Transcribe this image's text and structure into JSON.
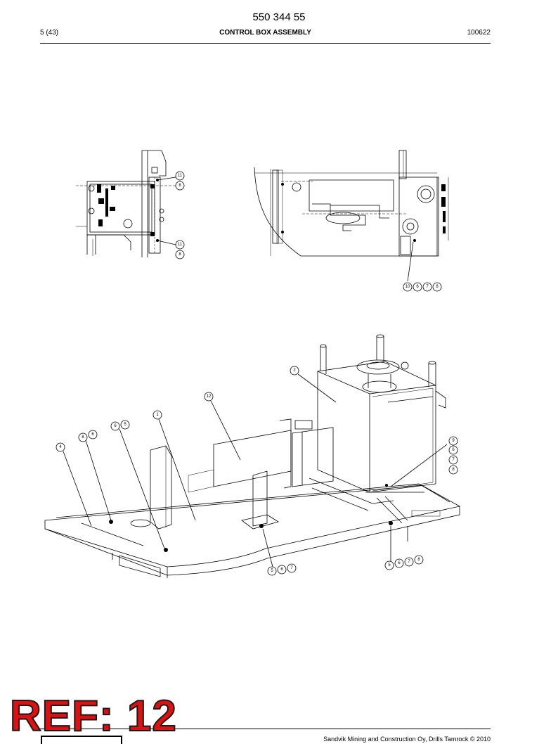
{
  "header": {
    "doc_number": "550 344 55",
    "page": "5 (43)",
    "title": "CONTROL BOX ASSEMBLY",
    "date_code": "100622"
  },
  "callouts": {
    "left_view": [
      "11",
      "8",
      "11",
      "8"
    ],
    "right_view": [
      "10",
      "6",
      "7",
      "8"
    ],
    "iso_view": [
      "2",
      "12",
      "1",
      "6",
      "5",
      "8",
      "6",
      "4",
      "9",
      "6",
      "7",
      "8",
      "5",
      "6",
      "7",
      "5",
      "6",
      "7",
      "8"
    ]
  },
  "footer": {
    "copyright": "Sandvik Mining and Construction Oy, Drills Tamrock © 2010"
  },
  "stamp": {
    "text": "REF: 12",
    "color": "#dd1111"
  }
}
